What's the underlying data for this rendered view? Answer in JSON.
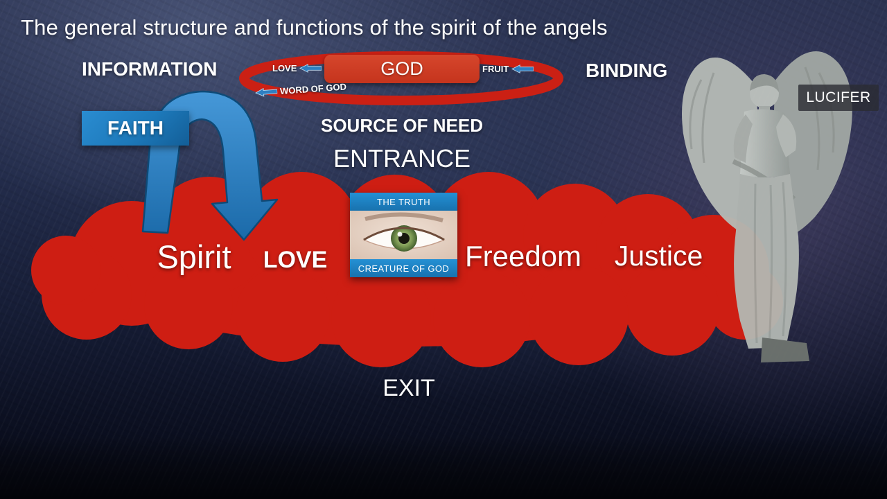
{
  "title": "The general structure and functions of the spirit of the angels",
  "top": {
    "information": "INFORMATION",
    "binding": "BINDING"
  },
  "ring": {
    "god": "GOD",
    "love": "LOVE",
    "fruit": "FRUIT",
    "word_of_god": "WORD OF GOD"
  },
  "boxes": {
    "faith": "FAITH"
  },
  "flow": {
    "source_of_need": "SOURCE OF NEED",
    "entrance": "ENTRANCE",
    "exit": "EXIT"
  },
  "cloud": {
    "spirit": "Spirit",
    "love": "LOVE",
    "freedom": "Freedom",
    "justice": "Justice"
  },
  "truth_card": {
    "header": "THE TRUTH",
    "footer": "CREATURE OF GOD"
  },
  "lucifer": {
    "label": "LUCIFER"
  },
  "icons": {
    "flow_arrow": "left-arrow-icon",
    "eye": "eye-image"
  },
  "colors": {
    "cloud_red": "#ce1e13",
    "ring_red": "#cb2014",
    "god_box_red": "#c93a22",
    "arrow_blue": "#2e7fc1",
    "faith_blue": "#1d79ba",
    "card_blue": "#1e7fbe",
    "background_navy": "#1c2440",
    "text_white": "#ffffff"
  }
}
